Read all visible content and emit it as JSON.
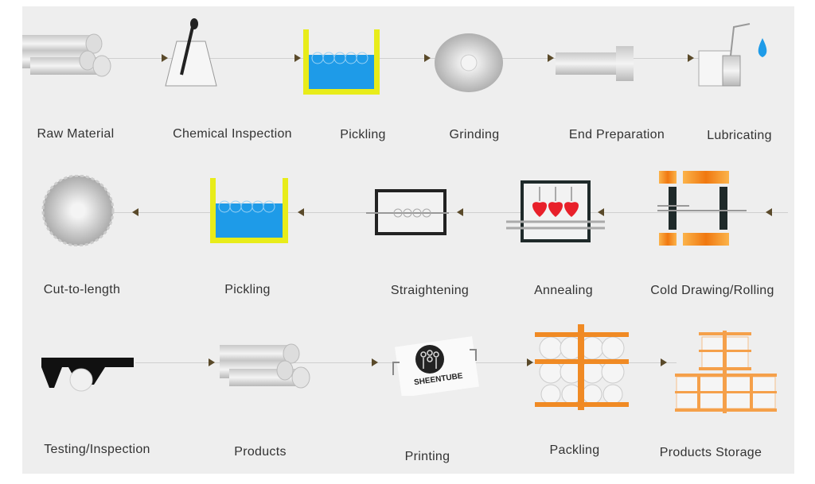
{
  "rows": [
    [
      "Raw Material",
      "Chemical Inspection",
      "Pickling",
      "Grinding",
      "End Preparation",
      "Lubricating"
    ],
    [
      "Cut-to-length",
      "Pickling",
      "Straightening",
      "Annealing",
      "Cold Drawing/Rolling"
    ],
    [
      "Testing/Inspection",
      "Products",
      "Printing",
      "Packling",
      "Products Storage"
    ]
  ],
  "logo_text": "SHEENTUBE",
  "colors": {
    "water": "#1e9be8",
    "tank": "#e8ec1a",
    "orange": "#f08a24",
    "flame": "#e8202a",
    "arrow": "#5a4a2a"
  }
}
